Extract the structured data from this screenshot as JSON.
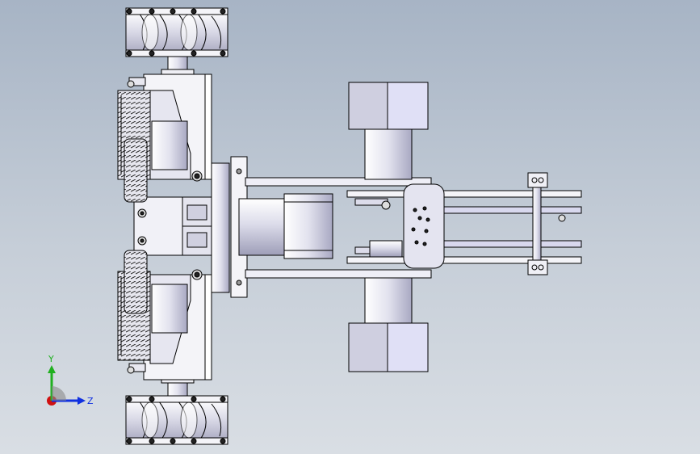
{
  "view": {
    "type": "cad-3d-viewport",
    "colors": {
      "background_top": "#a7b4c5",
      "background_bottom": "#d9dee4",
      "part_fill": "#f1f1f7",
      "part_shade": "#c8c8dc",
      "edge": "#000000",
      "axis_x": "#d01010",
      "axis_y": "#20b020",
      "axis_z": "#1030e0"
    }
  },
  "triad": {
    "y_label": "Y",
    "z_label": "Z",
    "icon": "coordinate-triad-icon"
  }
}
